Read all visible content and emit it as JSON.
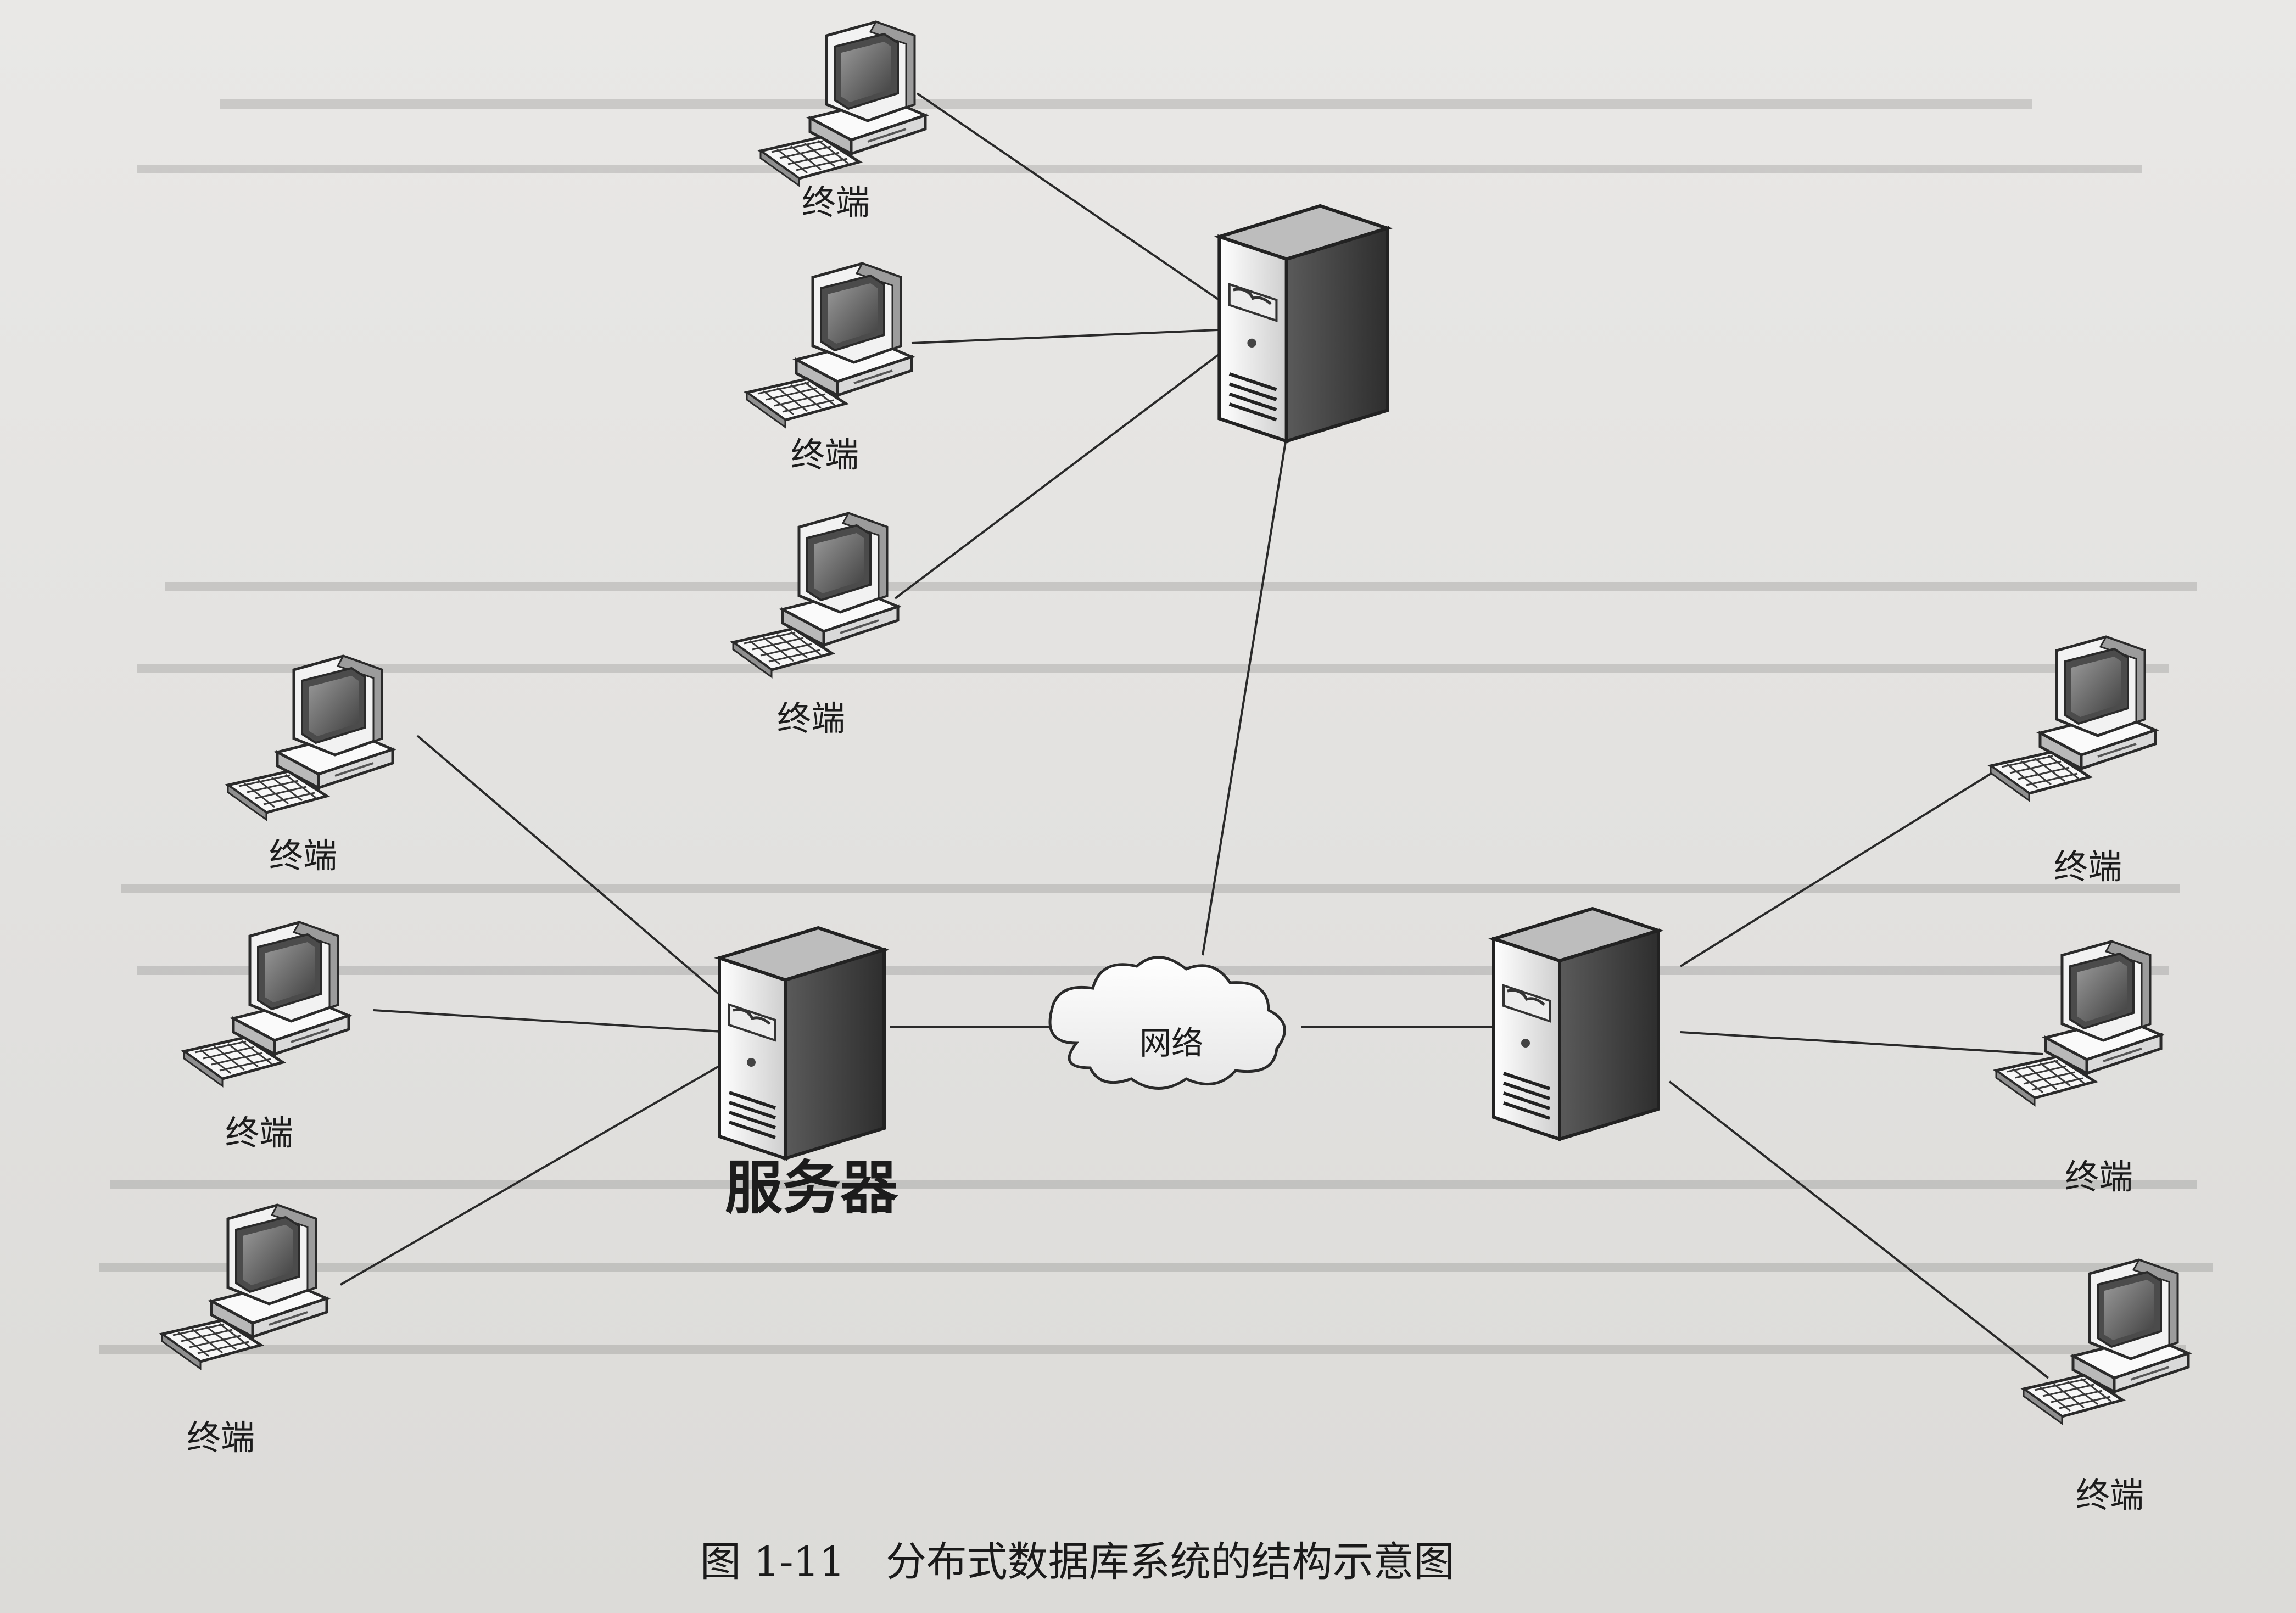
{
  "diagram": {
    "terminal_label": "终端",
    "server_label": "服务器",
    "network_label": "网络",
    "caption": "图 1-11　分布式数据库系统的结构示意图"
  },
  "icons": {
    "terminal": "desktop-computer-icon",
    "server": "tower-server-icon",
    "network": "cloud-icon"
  },
  "colors": {
    "line": "#2a2a2a",
    "device_fill": "#f4f4f2",
    "device_shadow": "#8a8a8a",
    "screen": "#6f6f6f"
  }
}
